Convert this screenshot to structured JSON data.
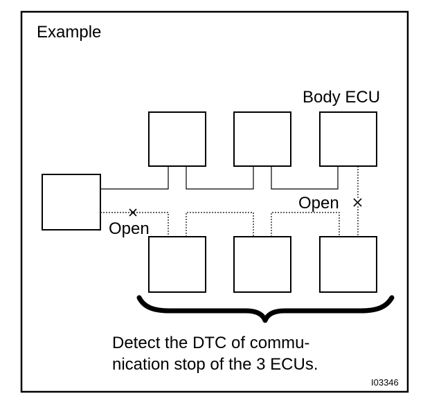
{
  "title": "Example",
  "body_ecu_label": "Body ECU",
  "open_label_left": "Open",
  "open_label_right": "Open",
  "caption_line1": "Detect the DTC of commu-",
  "caption_line2": "nication stop of the 3 ECUs.",
  "figure_id": "I03346",
  "colors": {
    "line": "#000000",
    "background": "#ffffff"
  }
}
